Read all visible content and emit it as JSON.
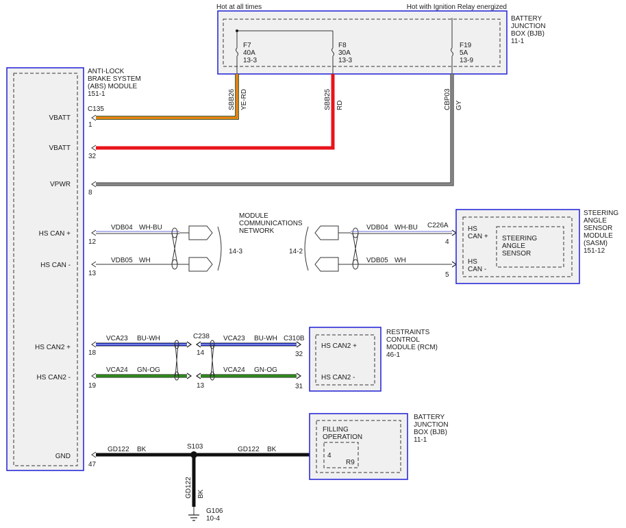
{
  "header": {
    "hot_all_times": "Hot at all times",
    "hot_ignition": "Hot with Ignition Relay energized"
  },
  "bjb_top": {
    "title_lines": [
      "BATTERY",
      "JUNCTION",
      "BOX (BJB)",
      "11-1"
    ],
    "fuses": [
      {
        "id": "F7",
        "rating": "40A",
        "ref": "13-3"
      },
      {
        "id": "F8",
        "rating": "30A",
        "ref": "13-3"
      },
      {
        "id": "F19",
        "rating": "5A",
        "ref": "13-9"
      }
    ]
  },
  "abs": {
    "title_lines": [
      "ANTI-LOCK",
      "BRAKE SYSTEM",
      "(ABS) MODULE",
      "151-1"
    ],
    "connector": "C135",
    "pins": [
      {
        "label": "VBATT",
        "num": "1"
      },
      {
        "label": "VBATT",
        "num": "32"
      },
      {
        "label": "VPWR",
        "num": "8"
      },
      {
        "label": "HS CAN +",
        "num": "12"
      },
      {
        "label": "HS CAN -",
        "num": "13"
      },
      {
        "label": "HS CAN2 +",
        "num": "18"
      },
      {
        "label": "HS CAN2 -",
        "num": "19"
      },
      {
        "label": "GND",
        "num": "47"
      }
    ]
  },
  "power_wires": [
    {
      "circuit": "SBB26",
      "color_code": "YE-RD"
    },
    {
      "circuit": "SBB25",
      "color_code": "RD"
    },
    {
      "circuit": "CBP03",
      "color_code": "GY"
    }
  ],
  "network": {
    "title_lines": [
      "MODULE",
      "COMMUNICATIONS",
      "NETWORK"
    ],
    "left_ref": "14-3",
    "right_ref": "14-2",
    "wires_left": [
      {
        "circuit": "VDB04",
        "color_code": "WH-BU"
      },
      {
        "circuit": "VDB05",
        "color_code": "WH"
      }
    ],
    "wires_right": [
      {
        "circuit": "VDB04",
        "color_code": "WH-BU"
      },
      {
        "circuit": "VDB05",
        "color_code": "WH"
      }
    ]
  },
  "sasm": {
    "title_lines": [
      "STEERING",
      "ANGLE",
      "SENSOR",
      "MODULE",
      "(SASM)",
      "151-12"
    ],
    "connector": "C226A",
    "pins": [
      {
        "label_lines": [
          "HS",
          "CAN +"
        ],
        "num": "4"
      },
      {
        "label_lines": [
          "HS",
          "CAN -"
        ],
        "num": "5"
      }
    ],
    "inner_lines": [
      "STEERING",
      "ANGLE",
      "SENSOR"
    ]
  },
  "can2": {
    "inline_connector": "C238",
    "inline_pins": [
      "14",
      "13"
    ],
    "wires": [
      {
        "circuit": "VCA23",
        "color_code": "BU-WH"
      },
      {
        "circuit": "VCA24",
        "color_code": "GN-OG"
      }
    ]
  },
  "rcm": {
    "title_lines": [
      "RESTRAINTS",
      "CONTROL",
      "MODULE (RCM)",
      "46-1"
    ],
    "connector": "C310B",
    "pins": [
      {
        "label": "HS CAN2 +",
        "num": "32"
      },
      {
        "label": "HS CAN2 -",
        "num": "31"
      }
    ]
  },
  "ground": {
    "splice": "S103",
    "wire_left": {
      "circuit": "GD122",
      "color_code": "BK"
    },
    "wire_right": {
      "circuit": "GD122",
      "color_code": "BK"
    },
    "wire_down": {
      "circuit": "GD122",
      "color_code": "BK"
    },
    "ground_point": "G106",
    "ground_ref": "10-4"
  },
  "bjb_bottom": {
    "title_lines": [
      "BATTERY",
      "JUNCTION",
      "BOX (BJB)",
      "11-1"
    ],
    "inner_lines": [
      "FILLING",
      "OPERATION"
    ],
    "pin": "4",
    "component": "R9"
  },
  "wire_colors": {
    "yellow": "#f5d10e",
    "red": "#e8141c",
    "gray": "#8a8a8a",
    "blue": "#1c2fd8",
    "green": "#2f8f1c",
    "black": "#111111",
    "white": "#ffffff",
    "box_blue": "#2a2ad8"
  }
}
